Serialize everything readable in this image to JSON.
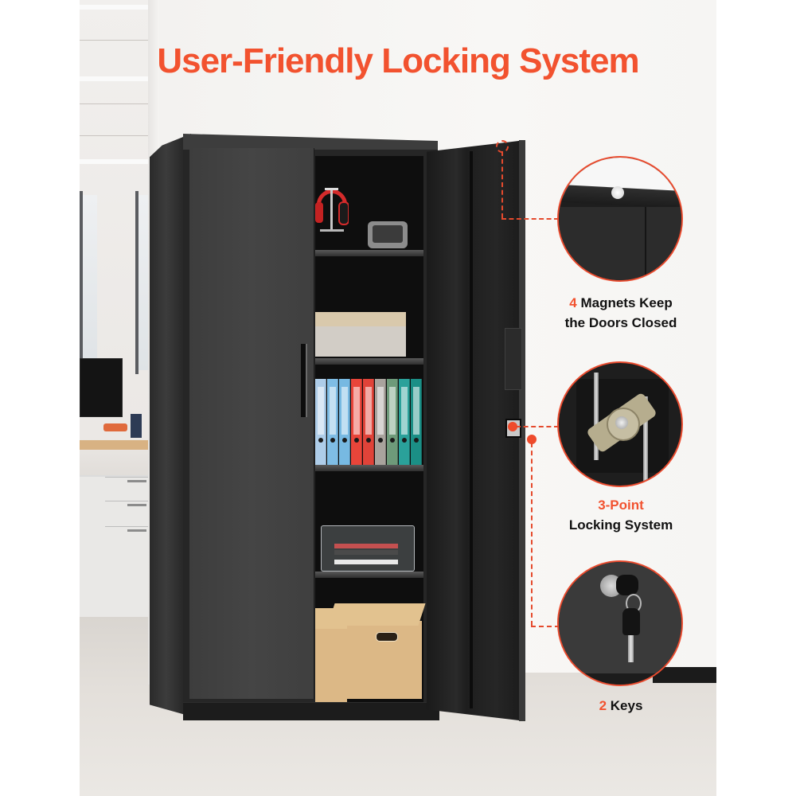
{
  "title": "User-Friendly Locking System",
  "product": {
    "name": "Metal storage cabinet",
    "color": "#262626",
    "shelves": 5,
    "doors": 2
  },
  "callouts": [
    {
      "id": "magnets",
      "highlight": "4",
      "text_line1": " Magnets Keep",
      "text_line2": "the Doors Closed",
      "icon": "magnet-detail"
    },
    {
      "id": "locking",
      "highlight": "3-Point",
      "text_line2": "Locking System",
      "icon": "lock-mechanism-detail"
    },
    {
      "id": "keys",
      "highlight": "2",
      "text_line1": " Keys",
      "icon": "key-detail"
    }
  ],
  "colors": {
    "accent": "#f2522f",
    "caption_text": "#111111",
    "background_wall": "#f6f5f3"
  },
  "shelf_items": {
    "binders": [
      "#aecde9",
      "#7fbde5",
      "#77b9e2",
      "#e8453a",
      "#e04339",
      "#a9a39d",
      "#6e9a7a",
      "#2aa19a",
      "#1b8f86"
    ]
  }
}
